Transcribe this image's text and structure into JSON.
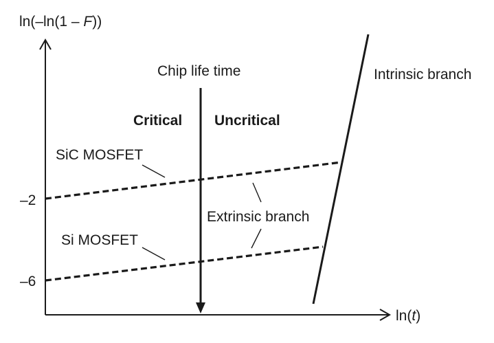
{
  "diagram": {
    "y_axis_label": {
      "prefix": "ln(–ln(1 – ",
      "var": "F",
      "suffix": "))"
    },
    "x_axis_label": {
      "prefix": "ln(",
      "var": "t",
      "suffix": ")"
    },
    "y_ticks": [
      "–2",
      "–6"
    ],
    "chip_life_label": "Chip life time",
    "critical_label": "Critical",
    "uncritical_label": "Uncritical",
    "intrinsic_label": "Intrinsic branch",
    "extrinsic_label": "Extrinsic branch",
    "sic_label": "SiC MOSFET",
    "si_label": "Si MOSFET"
  }
}
